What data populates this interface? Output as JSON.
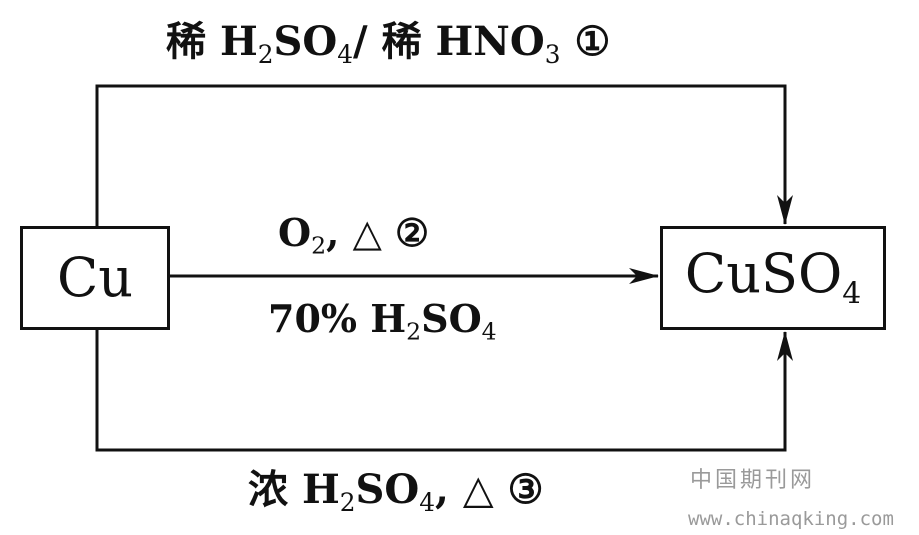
{
  "nodes": {
    "cu": {
      "text": "Cu"
    },
    "cuso4": {
      "text": "CuSO",
      "sub": "4"
    }
  },
  "route1": {
    "p1": "稀",
    "p2": "H",
    "p3": "2",
    "p4": "SO",
    "p5": "4",
    "p6": "/",
    "p7": "稀",
    "p8": "HNO",
    "p9": "3",
    "p10": "①"
  },
  "route2": {
    "top": {
      "p1": "O",
      "p2": "2",
      "p3": ",",
      "p4": "△",
      "p5": "②"
    },
    "bottom": {
      "p1": "70%",
      "p2": "H",
      "p3": "2",
      "p4": "SO",
      "p5": "4"
    }
  },
  "route3": {
    "p1": "浓",
    "p2": "H",
    "p3": "2",
    "p4": "SO",
    "p5": "4",
    "p6": ",",
    "p7": "△",
    "p8": "③"
  },
  "watermark": {
    "cn": "中国期刊网",
    "url": "www.chinaqking.com"
  },
  "colors": {
    "line": "#111111",
    "watermark": "#9a9a9a"
  }
}
